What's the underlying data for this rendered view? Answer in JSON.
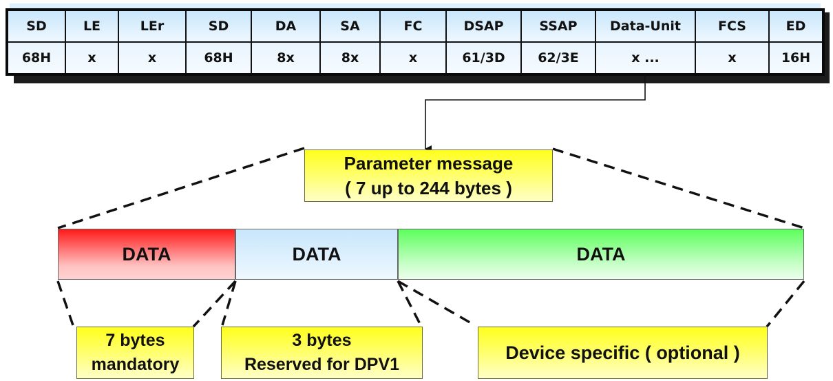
{
  "frame_table": {
    "headers": [
      "SD",
      "LE",
      "LEr",
      "SD",
      "DA",
      "SA",
      "FC",
      "DSAP",
      "SSAP",
      "Data-Unit",
      "FCS",
      "ED"
    ],
    "values": [
      "68H",
      "x",
      "x",
      "68H",
      "8x",
      "8x",
      "x",
      "61/3D",
      "62/3E",
      "x ...",
      "x",
      "16H"
    ]
  },
  "parameter_message": {
    "line1": "Parameter message",
    "line2": "( 7 up to 244 bytes )"
  },
  "data_segments": [
    {
      "label": "DATA",
      "color": "#ff1a1a"
    },
    {
      "label": "DATA",
      "color": "#c8e6fb"
    },
    {
      "label": "DATA",
      "color": "#5cff5c"
    }
  ],
  "annotations": [
    {
      "line1": "7 bytes",
      "line2": "mandatory"
    },
    {
      "line1": "3 bytes",
      "line2": "Reserved for DPV1"
    },
    {
      "line1": "Device specific ( optional )"
    }
  ]
}
